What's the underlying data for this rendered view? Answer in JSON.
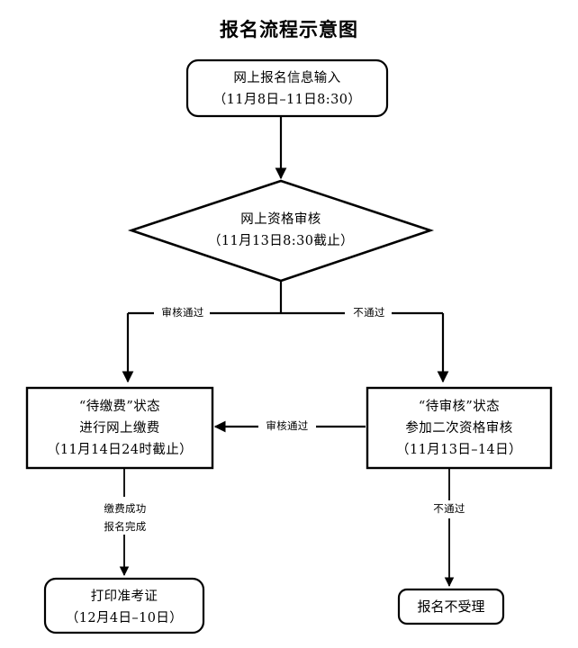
{
  "diagram": {
    "title": "报名流程示意图",
    "background_color": "#ffffff",
    "line_color": "#000000",
    "text_color": "#000000"
  },
  "nodes": {
    "start": {
      "name": "网上报名信息输入",
      "shape": "rounded-rectangle",
      "line1": "网上报名信息输入",
      "line2": "（11月8日–11日8:30）"
    },
    "review": {
      "name": "网上资格审核",
      "shape": "diamond",
      "line1": "网上资格审核",
      "line2": "（11月13日8:30截止）"
    },
    "pending_payment": {
      "name": "待缴费状态",
      "shape": "rectangle",
      "line1": "“待缴费”状态",
      "line2": "进行网上缴费",
      "line3": "（11月14日24时截止）"
    },
    "pending_review": {
      "name": "待审核状态",
      "shape": "rectangle",
      "line1": "“待审核”状态",
      "line2": "参加二次资格审核",
      "line3": "（11月13日–14日）"
    },
    "print_ticket": {
      "name": "打印准考证",
      "shape": "rounded-rectangle",
      "line1": "打印准考证",
      "line2": "（12月4日–10日）"
    },
    "rejected": {
      "name": "报名不受理",
      "shape": "rounded-rectangle",
      "line1": "报名不受理"
    }
  },
  "edge_labels": {
    "pass_left": "审核通过",
    "fail_right": "不通过",
    "second_pass": "审核通过",
    "payment_success_line1": "缴费成功",
    "payment_success_line2": "报名完成",
    "second_fail": "不通过"
  }
}
